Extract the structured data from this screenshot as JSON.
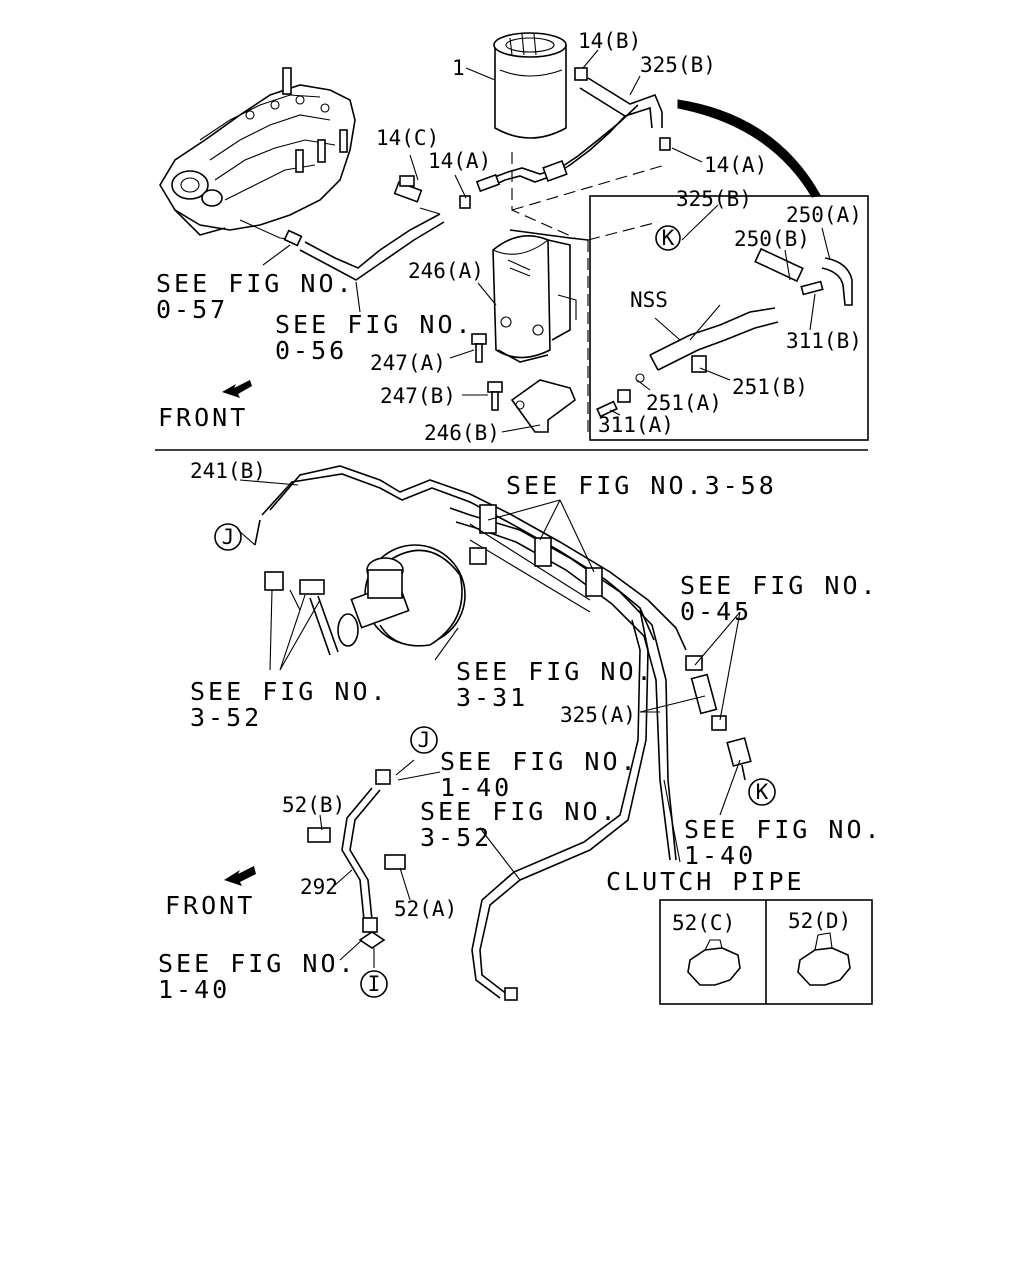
{
  "labels": {
    "l1": "1",
    "l14b": "14(B)",
    "l325b_top": "325(B)",
    "l14c": "14(C)",
    "l14a_left": "14(A)",
    "l14a_right": "14(A)",
    "l325b_box": "325(B)",
    "l250a": "250(A)",
    "l250b": "250(B)",
    "lnss": "NSS",
    "l311b": "311(B)",
    "l251b": "251(B)",
    "l251a": "251(A)",
    "l311a": "311(A)",
    "l246a": "246(A)",
    "l247a": "247(A)",
    "l247b": "247(B)",
    "l246b": "246(B)",
    "l241b": "241(B)",
    "l325a": "325(A)",
    "l52b": "52(B)",
    "l292": "292",
    "l52a": "52(A)",
    "l52c": "52(C)",
    "l52d": "52(D)",
    "callout_k_top": "K",
    "callout_j_left": "J",
    "callout_j_mid": "J",
    "callout_k_bottom": "K",
    "callout_i": "I"
  },
  "refs": {
    "fig057_a": "SEE FIG NO.",
    "fig057_b": "0-57",
    "fig056_a": "SEE FIG NO.",
    "fig056_b": "0-56",
    "fig358": "SEE FIG NO.3-58",
    "fig045_a": "SEE FIG NO.",
    "fig045_b": "0-45",
    "fig352_a": "SEE FIG NO.",
    "fig352_b": "3-52",
    "fig331_a": "SEE FIG NO.",
    "fig331_b": "3-31",
    "fig140_mid_a": "SEE FIG NO.",
    "fig140_mid_b": "1-40",
    "fig352_mid_a": "SEE FIG NO.",
    "fig352_mid_b": "3-52",
    "fig140_right_a": "SEE FIG NO.",
    "fig140_right_b": "1-40",
    "fig140_bot_a": "SEE FIG NO.",
    "fig140_bot_b": "1-40"
  },
  "misc": {
    "front_top": "FRONT",
    "front_bottom": "FRONT",
    "clutch_pipe": "CLUTCH PIPE"
  }
}
